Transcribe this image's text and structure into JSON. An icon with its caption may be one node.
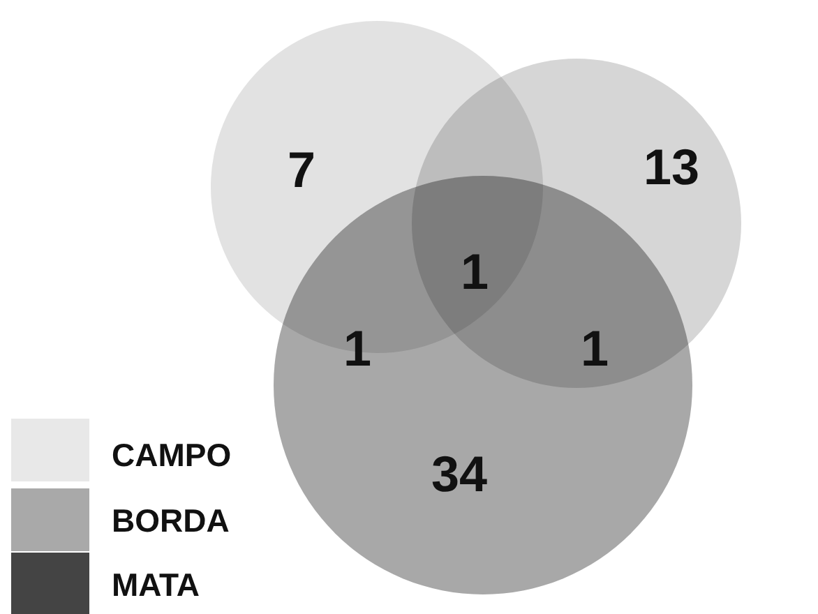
{
  "diagram": {
    "nodes": [
      {
        "text": [],
        "shape": "circle"
      },
      {
        "text": [],
        "shape": "circle"
      },
      {
        "text": [],
        "shape": "circle"
      }
    ],
    "labels": [
      "7",
      "13",
      "1",
      "1",
      "1",
      "34"
    ],
    "legend": [
      {
        "text": "CAMPO",
        "color": "#e8e8e8"
      },
      {
        "text": "BORDA",
        "color": "#a9a9a9"
      },
      {
        "text": "MATA",
        "color": "#444444"
      }
    ]
  }
}
